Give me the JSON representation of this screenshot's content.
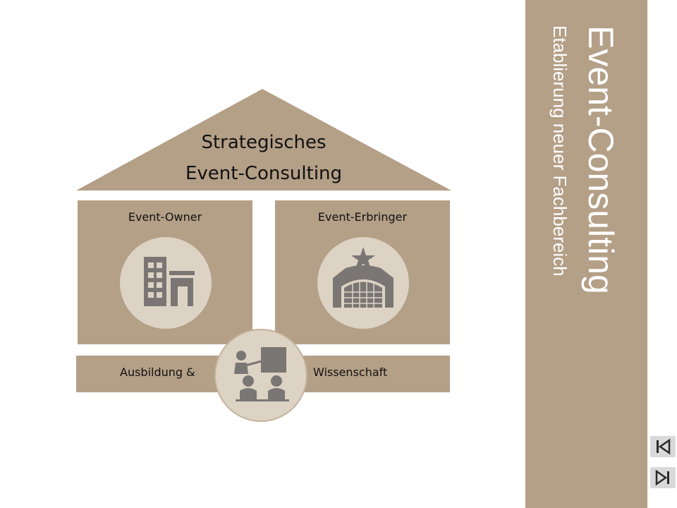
{
  "diagram": {
    "roof_title_line1": "Strategisches",
    "roof_title_line2": "Event-Consulting",
    "pillars": [
      {
        "label": "Event-Owner",
        "icon": "office-building-icon"
      },
      {
        "label": "Event-Erbringer",
        "icon": "event-hall-star-icon"
      }
    ],
    "base_left": "Ausbildung &",
    "base_right": "Wissenschaft",
    "base_icon": "teacher-students-icon"
  },
  "sidebar": {
    "title": "Event-Consulting",
    "subtitle": "Etablierung neuer Fachbereich"
  },
  "navigation": {
    "first_icon": "skip-to-first-icon",
    "last_icon": "skip-to-last-icon"
  },
  "colors": {
    "accent": "#b49f87",
    "circle": "#ddd3c4",
    "icon": "#7a7674"
  }
}
